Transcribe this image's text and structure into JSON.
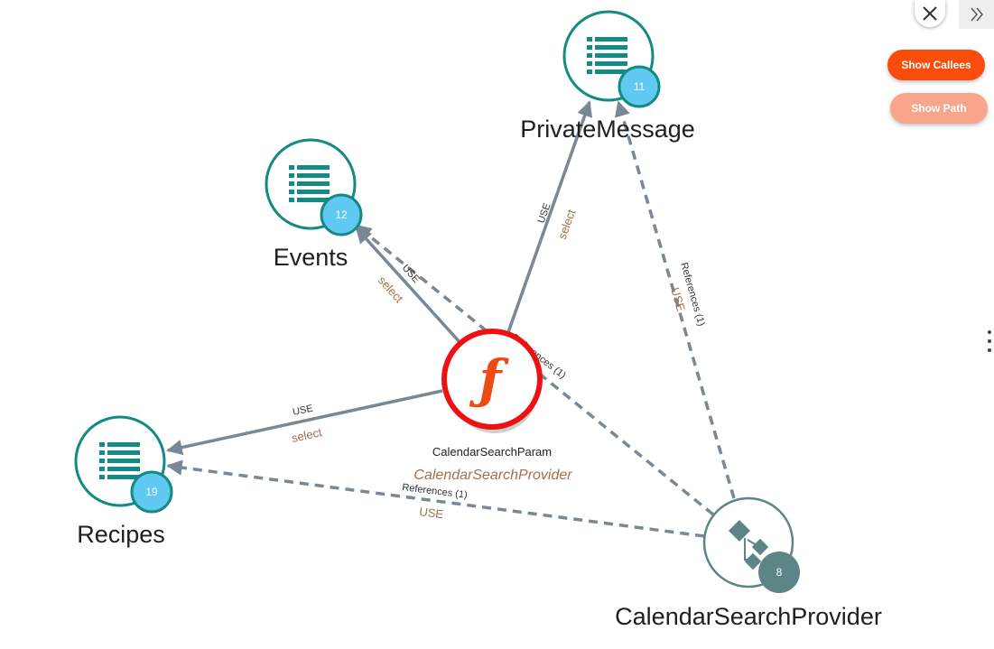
{
  "colors": {
    "teal": "#138a83",
    "edge": "#7a8896",
    "badge_blue": "#5fc9f2",
    "badge_gray": "#5e8585",
    "highlight_red": "#ee1111",
    "function_orange": "#ef4a14",
    "label_brown": "#a0704f",
    "callees_orange": "#fa4d0c",
    "path_peach": "#f9a58b"
  },
  "toolbar": {
    "close_icon": "close-icon",
    "expand_icon": "double-chevron-right-icon",
    "show_callees": "Show Callees",
    "show_path": "Show Path"
  },
  "nodes": {
    "private_message": {
      "title": "PrivateMessage",
      "count": "11",
      "icon": "table-icon"
    },
    "events": {
      "title": "Events",
      "count": "12",
      "icon": "table-icon"
    },
    "recipes": {
      "title": "Recipes",
      "count": "19",
      "icon": "table-icon"
    },
    "calendar_search_param": {
      "title": "CalendarSearchParam",
      "subtitle": "CalendarSearchProvider",
      "icon": "function-icon"
    },
    "calendar_search_provider": {
      "title": "CalendarSearchProvider",
      "count": "8",
      "icon": "package-icon"
    }
  },
  "edges": {
    "param_private_message": {
      "top": "USE",
      "bottom": "select"
    },
    "param_events": {
      "top": "USE",
      "bottom": "select"
    },
    "param_recipes": {
      "top": "USE",
      "bottom": "select"
    },
    "provider_param_references": {
      "top": "References (1)"
    },
    "provider_recipes": {
      "top": "References (1)",
      "bottom": "USE"
    },
    "provider_private_message": {
      "top": "References (1)",
      "bottom": "USE"
    }
  }
}
